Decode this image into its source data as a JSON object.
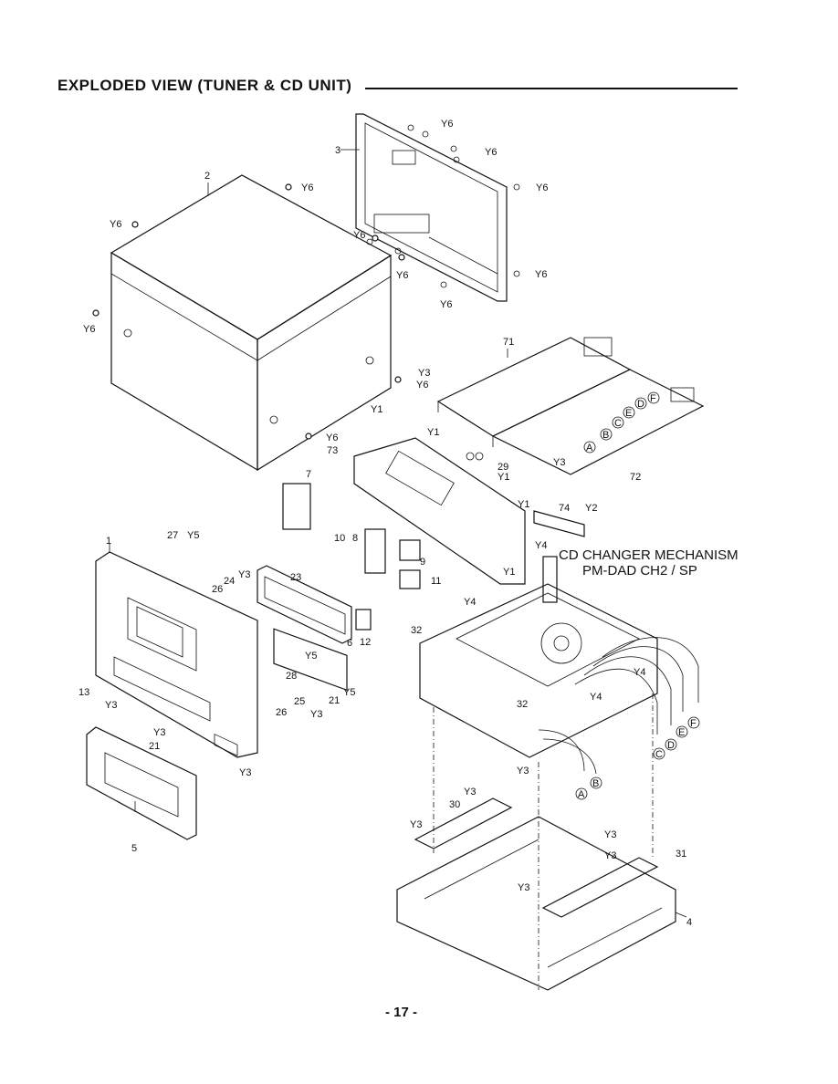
{
  "header": {
    "title": "EXPLODED VIEW (TUNER & CD UNIT)"
  },
  "mechanism": {
    "line1": "CD CHANGER MECHANISM",
    "line2": "PM-DAD CH2 / SP"
  },
  "footer": {
    "page": "- 17 -"
  },
  "parts": {
    "p1": "1",
    "p2": "2",
    "p3": "3",
    "p4": "4",
    "p5": "5",
    "p6": "6",
    "p7": "7",
    "p8": "8",
    "p9": "9",
    "p10": "10",
    "p11": "11",
    "p12": "12",
    "p13": "13",
    "p21": "21",
    "p23": "23",
    "p24": "24",
    "p25": "25",
    "p26": "26",
    "p27": "27",
    "p28": "28",
    "p29": "29",
    "p30": "30",
    "p31": "31",
    "p32": "32",
    "p71": "71",
    "p72": "72",
    "p73": "73",
    "p74": "74"
  },
  "screws": {
    "y1": "Y1",
    "y2": "Y2",
    "y3": "Y3",
    "y4": "Y4",
    "y5": "Y5",
    "y6": "Y6"
  },
  "connectors": {
    "a": "A",
    "b": "B",
    "c": "C",
    "d": "D",
    "e": "E",
    "f": "F"
  }
}
